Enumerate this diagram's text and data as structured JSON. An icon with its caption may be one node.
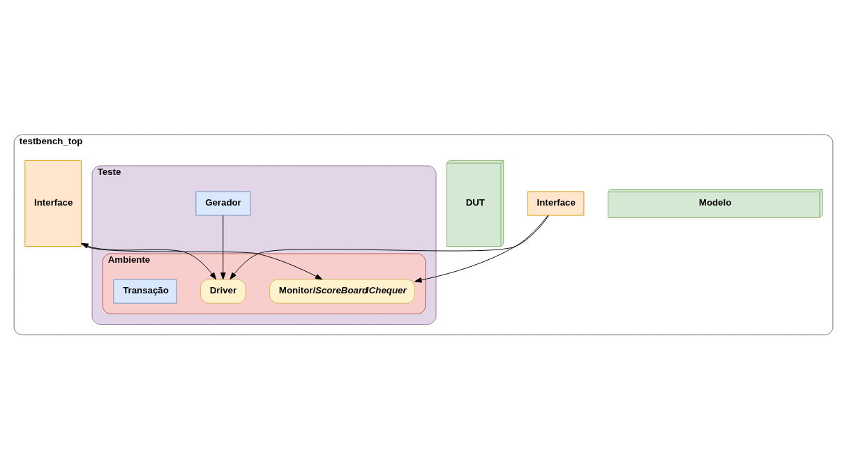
{
  "diagram": {
    "nodes": [
      {
        "text": [
          "testbench_top"
        ]
      },
      {
        "text": [
          "Modelo"
        ],
        "in": 0
      },
      {
        "text": [
          "Interface"
        ],
        "in": 0
      },
      {
        "text": [
          "Teste"
        ],
        "in": 0
      },
      {
        "text": [
          "Gerador"
        ],
        "in": 3
      },
      {
        "text": [
          "Ambiente"
        ],
        "in": 3
      },
      {
        "text": [
          "Monitor/*ScoreBoard*/*Chequer*"
        ],
        "in": 5
      },
      {
        "text": [
          "Driver"
        ],
        "in": 5
      },
      {
        "text": [
          "Transação"
        ],
        "in": 5
      },
      {
        "text": [
          "DUT"
        ],
        "in": 0
      },
      {
        "text": [
          "Interface"
        ],
        "in": 0
      }
    ],
    "edges": [
      {
        "from": 2,
        "to": 6,
        "arrow": "to"
      },
      {
        "from": 2,
        "to": 7,
        "arrow": "to"
      },
      {
        "from": 4,
        "to": 7,
        "arrow": "to"
      },
      {
        "from": 10,
        "to": 6,
        "arrow": "to"
      },
      {
        "from": 10,
        "to": 7,
        "arrow": "both"
      }
    ]
  }
}
